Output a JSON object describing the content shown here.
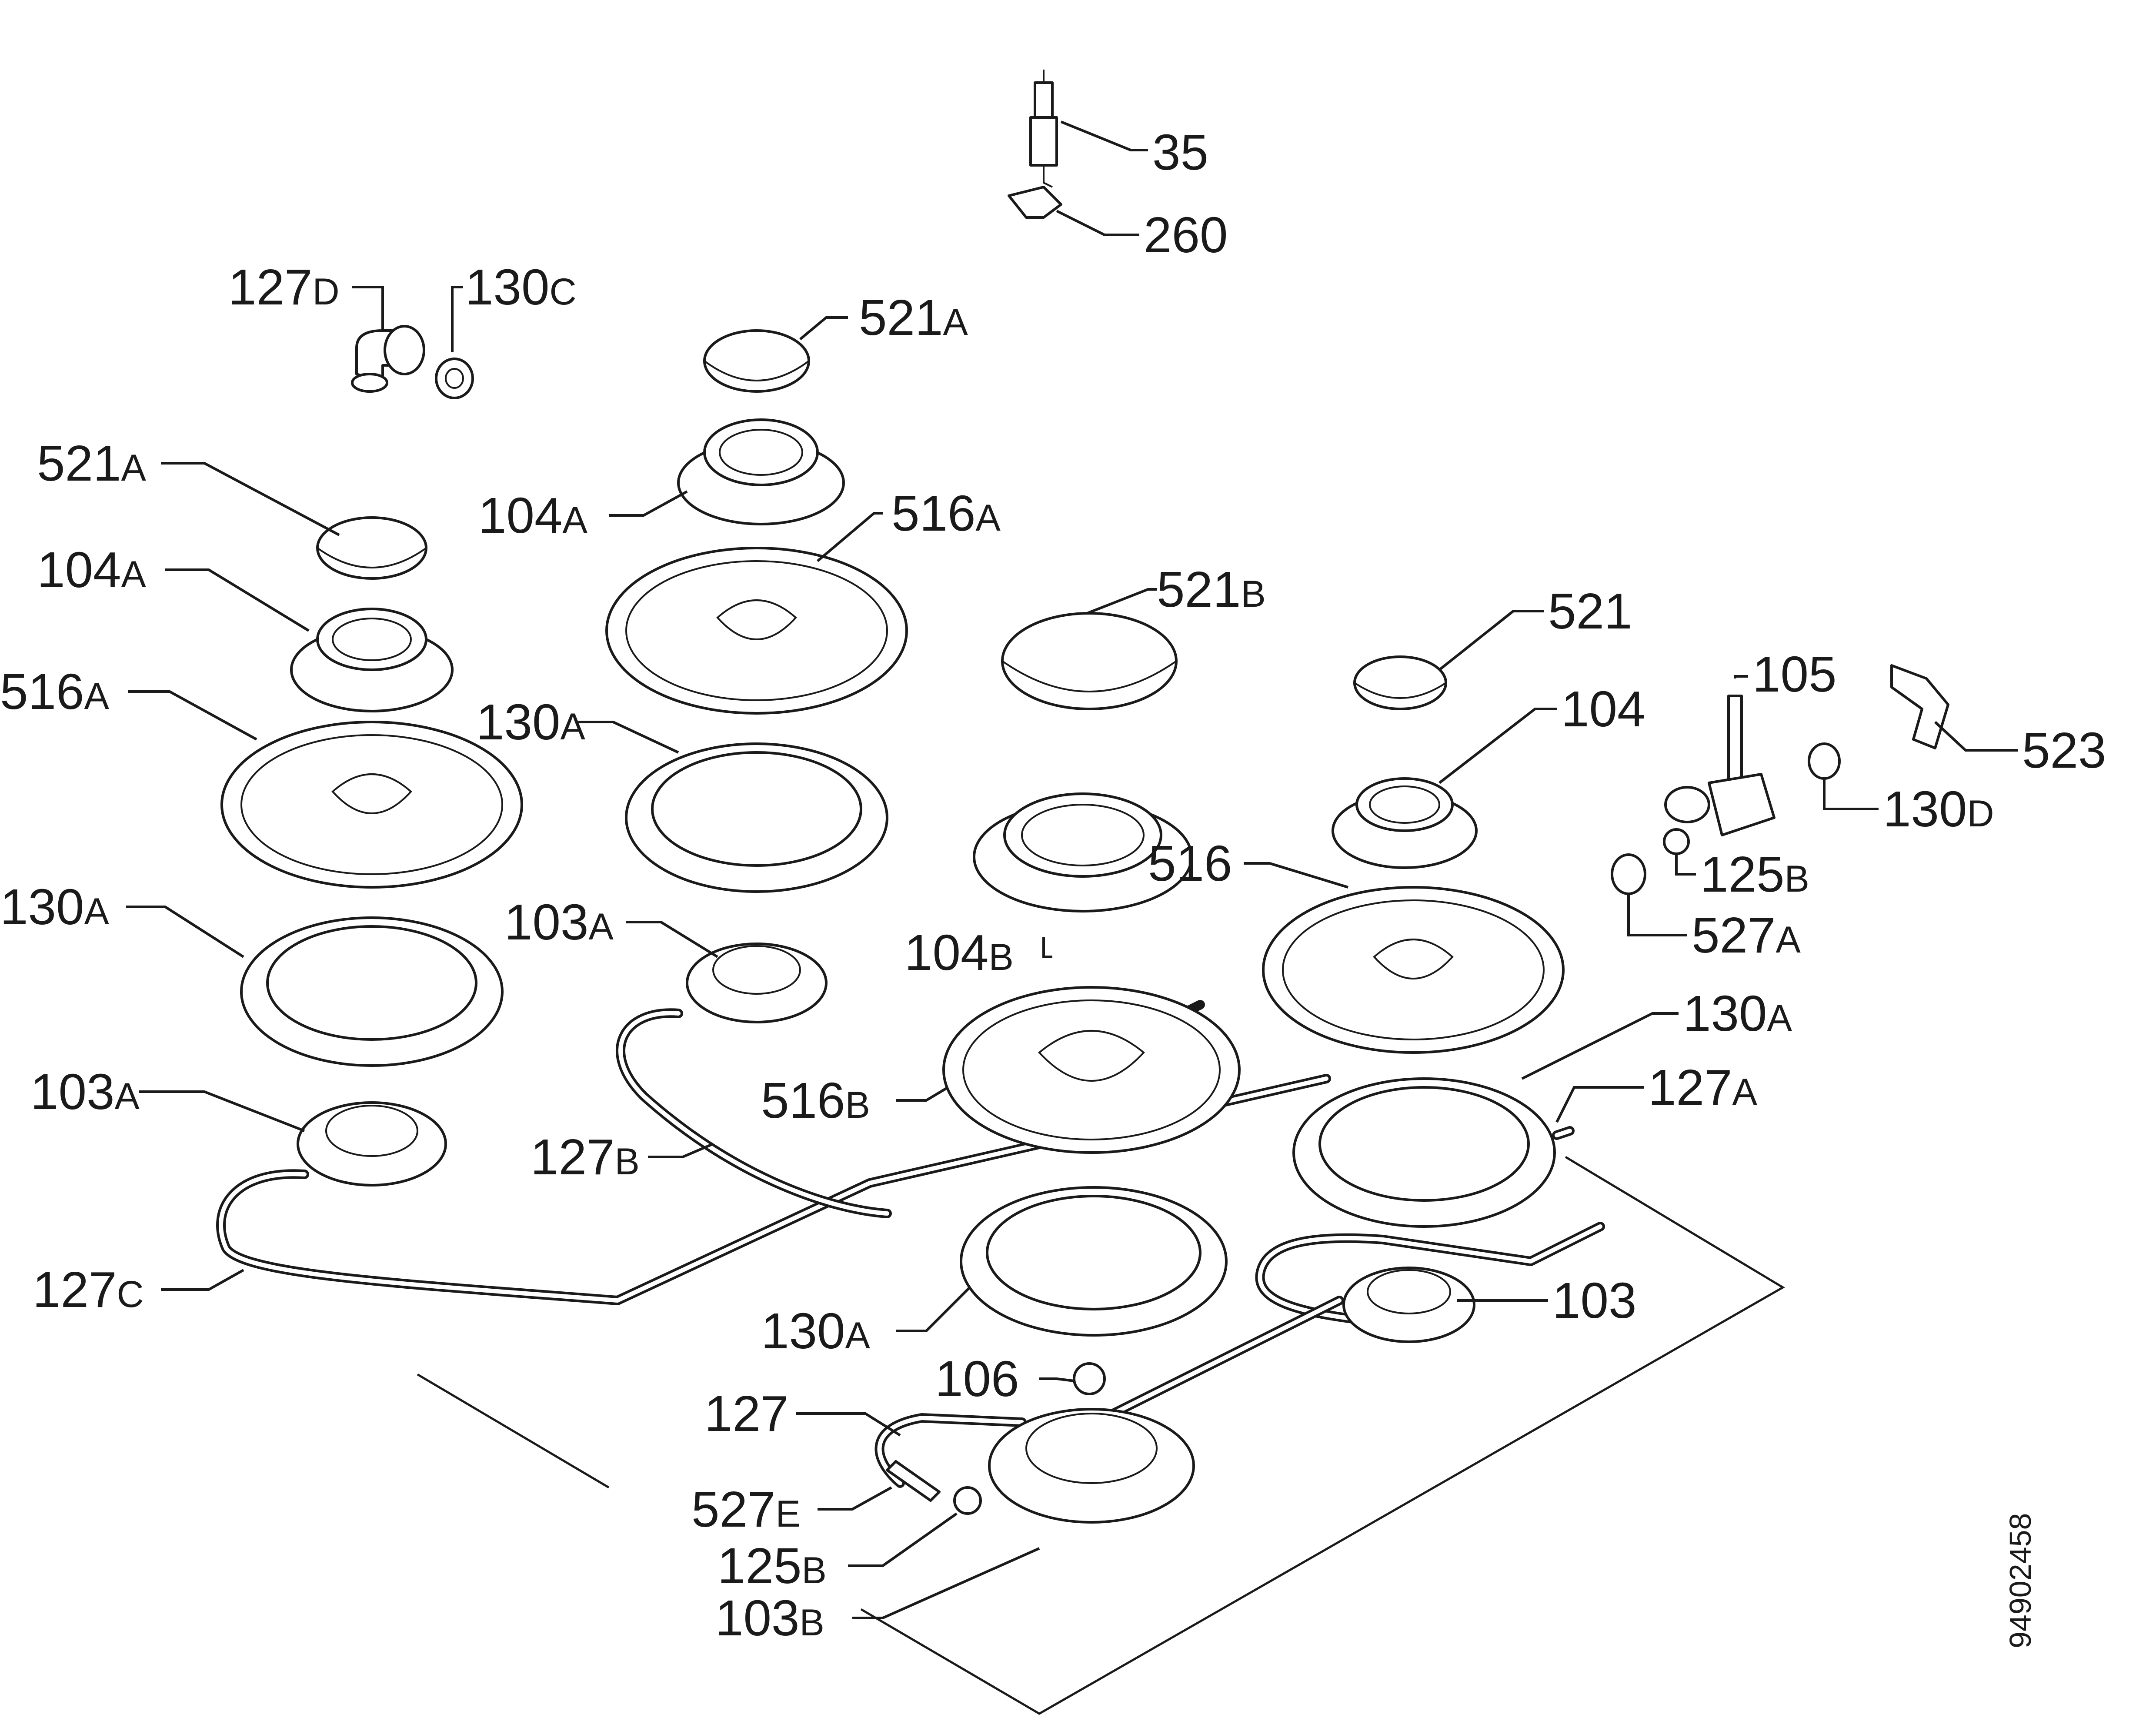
{
  "document_id": "94902458",
  "callouts": {
    "c_35": {
      "num": "35",
      "sfx": ""
    },
    "c_260": {
      "num": "260",
      "sfx": ""
    },
    "c_127D": {
      "num": "127",
      "sfx": "D"
    },
    "c_130C": {
      "num": "130",
      "sfx": "C"
    },
    "c_521A_top": {
      "num": "521",
      "sfx": "A"
    },
    "c_521A_left": {
      "num": "521",
      "sfx": "A"
    },
    "c_104A_top": {
      "num": "104",
      "sfx": "A"
    },
    "c_104A_left": {
      "num": "104",
      "sfx": "A"
    },
    "c_516A_top": {
      "num": "516",
      "sfx": "A"
    },
    "c_516A_left": {
      "num": "516",
      "sfx": "A"
    },
    "c_521B": {
      "num": "521",
      "sfx": "B"
    },
    "c_521": {
      "num": "521",
      "sfx": ""
    },
    "c_105": {
      "num": "105",
      "sfx": ""
    },
    "c_104": {
      "num": "104",
      "sfx": ""
    },
    "c_523": {
      "num": "523",
      "sfx": ""
    },
    "c_130D": {
      "num": "130",
      "sfx": "D"
    },
    "c_125B_right": {
      "num": "125",
      "sfx": "B"
    },
    "c_527A": {
      "num": "527",
      "sfx": "A"
    },
    "c_130A_mid": {
      "num": "130",
      "sfx": "A"
    },
    "c_130A_left": {
      "num": "130",
      "sfx": "A"
    },
    "c_516": {
      "num": "516",
      "sfx": ""
    },
    "c_103A_mid": {
      "num": "103",
      "sfx": "A"
    },
    "c_104B": {
      "num": "104",
      "sfx": "B"
    },
    "c_130A_right": {
      "num": "130",
      "sfx": "A"
    },
    "c_127A": {
      "num": "127",
      "sfx": "A"
    },
    "c_103A_left": {
      "num": "103",
      "sfx": "A"
    },
    "c_516B": {
      "num": "516",
      "sfx": "B"
    },
    "c_127B": {
      "num": "127",
      "sfx": "B"
    },
    "c_127C": {
      "num": "127",
      "sfx": "C"
    },
    "c_103": {
      "num": "103",
      "sfx": ""
    },
    "c_130A_bottom": {
      "num": "130",
      "sfx": "A"
    },
    "c_106": {
      "num": "106",
      "sfx": ""
    },
    "c_127": {
      "num": "127",
      "sfx": ""
    },
    "c_527E": {
      "num": "527",
      "sfx": "E"
    },
    "c_125B_bottom": {
      "num": "125",
      "sfx": "B"
    },
    "c_103B": {
      "num": "103",
      "sfx": "B"
    }
  }
}
